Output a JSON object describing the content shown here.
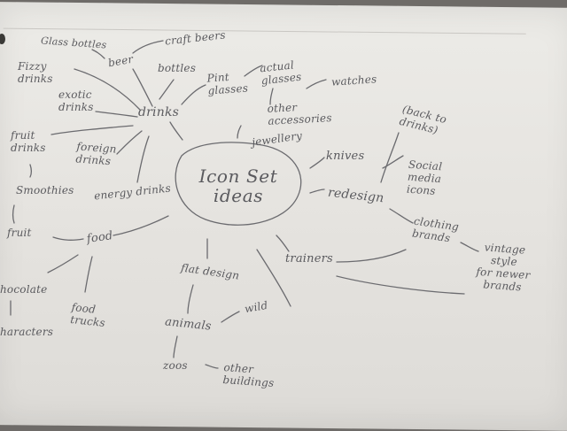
{
  "center": {
    "line1": "Icon Set",
    "line2": "ideas"
  },
  "words": {
    "glass_bottles": "Glass bottles",
    "craft_beers": "craft beers",
    "beer": "beer",
    "bottles": "bottles",
    "fizzy_drinks": "Fizzy\ndrinks",
    "exotic_drinks": "exotic\ndrinks",
    "drinks": "drinks",
    "pint_glasses": "Pint\nglasses",
    "actual_glasses": "actual\nglasses",
    "watches": "watches",
    "other_accessories": "other\naccessories",
    "jewellery": "jewellery",
    "back_to_drinks": "(back to\ndrinks)",
    "knives": "knives",
    "social_media_icons": "Social\nmedia\nicons",
    "redesign": "redesign",
    "clothing_brands": "clothing\nbrands",
    "vintage_style": "vintage\nstyle\nfor newer\nbrands",
    "fruit_drinks": "fruit\ndrinks",
    "foreign_drinks": "foreign\ndrinks",
    "smoothies": "Smoothies",
    "energy_drinks": "energy drinks",
    "fruit": "fruit",
    "food": "food",
    "chocolate": "hocolate",
    "characters": "haracters",
    "food_trucks": "food\ntrucks",
    "trainers": "trainers",
    "flat_design": "flat design",
    "wild": "wild",
    "animals": "animals",
    "zoos": "zoos",
    "other_buildings": "other\nbuildings"
  },
  "colors": {
    "pencil": "#5a5a5e",
    "paper": "#e8e6e2",
    "background": "#6e6b68"
  }
}
